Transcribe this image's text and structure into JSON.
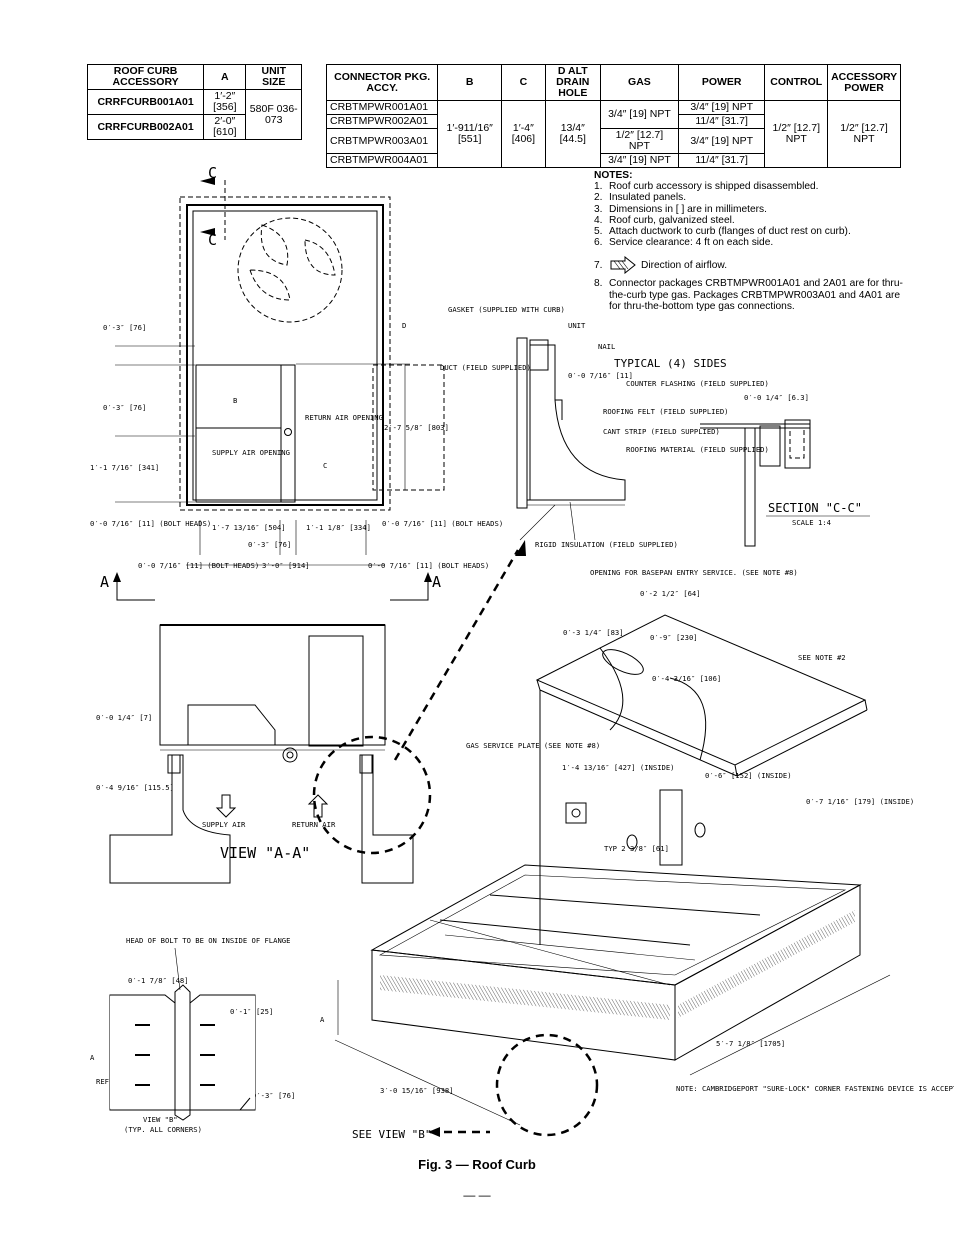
{
  "accessory_table": {
    "headers": [
      "ROOF CURB ACCESSORY",
      "A",
      "UNIT SIZE"
    ],
    "rows": [
      {
        "name": "CRRFCURB001A01",
        "a_ft": "1′-2″",
        "a_mm": "[356]"
      },
      {
        "name": "CRRFCURB002A01",
        "a_ft": "2′-0″",
        "a_mm": "[610]"
      }
    ],
    "unit_size": "580F 036-073"
  },
  "connector_table": {
    "headers": [
      "CONNECTOR PKG. ACCY.",
      "B",
      "C",
      "D ALT DRAIN HOLE",
      "GAS",
      "POWER",
      "CONTROL",
      "ACCESSORY POWER"
    ],
    "rows": [
      {
        "name": "CRBTMPWR001A01",
        "power": "3/4″ [19] NPT"
      },
      {
        "name": "CRBTMPWR002A01",
        "power": "11/4″ [31.7]"
      },
      {
        "name": "CRBTMPWR003A01",
        "power": "3/4″ [19] NPT"
      },
      {
        "name": "CRBTMPWR004A01",
        "power": "11/4″ [31.7]"
      }
    ],
    "b": "1′-911/16″ [551]",
    "c": "1′-4″ [406]",
    "d": "13/4″ [44.5]",
    "gas_a": "3/4″ [19] NPT",
    "gas_b": "1/2″ [12.7] NPT",
    "gas_c": "3/4″ [19] NPT",
    "control": "1/2″ [12.7] NPT",
    "accessory_power": "1/2″ [12.7] NPT"
  },
  "notes": {
    "title": "NOTES:",
    "items": [
      {
        "k": "1.",
        "t": "Roof curb accessory is shipped disassembled."
      },
      {
        "k": "2.",
        "t": "Insulated panels."
      },
      {
        "k": "3.",
        "t": "Dimensions in [    ] are in millimeters."
      },
      {
        "k": "4.",
        "t": "Roof curb, galvanized steel."
      },
      {
        "k": "5.",
        "t": "Attach ductwork to curb (flanges of duct rest on curb)."
      },
      {
        "k": "6.",
        "t": "Service clearance: 4 ft on each side."
      },
      {
        "k": "7.",
        "t": "Direction of airflow."
      },
      {
        "k": "8.",
        "t": "Connector packages CRBTMPWR001A01 and 2A01 are for thru-the-curb type gas. Packages CRBTMPWR003A01 and 4A01 are for thru-the-bottom type gas connections."
      }
    ]
  },
  "caption": "Fig. 3 — Roof Curb",
  "page_number": "— —",
  "drawing_labels": {
    "c_mark": "C",
    "a_mark": "A",
    "d_label": "D",
    "b_label": "B",
    "c_label": "C",
    "return_air_opening": "RETURN AIR OPENING",
    "supply_air_opening": "SUPPLY AIR OPENING",
    "dim_0_3_a": "0′-3″ [76]",
    "dim_0_3_b": "0′-3″ [76]",
    "dim_1_1_7_16": "1′-1 7/16″ [341]",
    "dim_0_0_7_16_l": "0′-0 7/16″ [11] (BOLT HEADS)",
    "dim_2_7_5_8": "2′-7 5/8″ [803]",
    "dim_1_7_13_16": "1′-7 13/16″ [504]",
    "dim_1_1_1_8": "1′-1 1/8″ [334]",
    "dim_0_0_7_16_r": "0′-0 7/16″ [11] (BOLT HEADS)",
    "dim_0_3_c": "0′-3″ [76]",
    "dim_3_0": "3′-0″ [914]",
    "dim_0_0_7_16_bl": "0′-0 7/16″ [11] (BOLT HEADS)",
    "dim_0_0_7_16_br": "0′-0 7/16″ [11] (BOLT HEADS)",
    "gasket": "GASKET (SUPPLIED WITH CURB)",
    "unit": "UNIT",
    "nail": "NAIL",
    "duct": "DUCT (FIELD SUPPLIED)",
    "dim_0_0_7_16_s": "0′-0 7/16″ [11]",
    "typical_sides": "TYPICAL (4) SIDES",
    "counter_flashing": "COUNTER FLASHING (FIELD SUPPLIED)",
    "roofing_felt": "ROOFING FELT (FIELD SUPPLIED)",
    "cant_strip": "CANT STRIP (FIELD SUPPLIED)",
    "roofing_material": "ROOFING MATERIAL (FIELD SUPPLIED)",
    "rigid_insulation": "RIGID INSULATION (FIELD SUPPLIED)",
    "dim_0_0_1_4_sec": "0′-0 1/4″ [6.3]",
    "section_cc": "SECTION \"C-C\"",
    "scale": "SCALE 1:4",
    "opening_basepan": "OPENING FOR BASEPAN ENTRY SERVICE. (SEE NOTE #8)",
    "dim_0_2_1_2": "0′-2 1/2″ [64]",
    "dim_0_3_1_4": "0′-3 1/4″ [83]",
    "dim_0_9": "0′-9″ [230]",
    "dim_0_4_3_16": "0′-4 3/16″ [106]",
    "see_note_2": "SEE NOTE #2",
    "dim_0_0_1_4_v": "0′-0 1/4″ [7]",
    "dim_0_4_9_16": "0′-4 9/16″ [115.5]",
    "supply_air": "SUPPLY AIR",
    "return_air": "RETURN AIR",
    "view_aa": "VIEW \"A-A\"",
    "gas_service_plate": "GAS SERVICE PLATE (SEE NOTE #8)",
    "dim_1_4_13_16": "1′-4 13/16″ [427] (INSIDE)",
    "dim_0_6": "0′-6″ [152] (INSIDE)",
    "dim_0_7_1_16": "0′-7 1/16″ [179] (INSIDE)",
    "typ_2_3_8": "TYP 2 3/8″ [61]",
    "head_of_bolt": "HEAD OF BOLT TO BE ON INSIDE OF FLANGE",
    "dim_0_1_7_8": "0′-1 7/8″ [48]",
    "dim_0_1": "0′-1″ [25]",
    "dim_0_3_d": "0′-3″ [76]",
    "ref": "REF",
    "a_dim": "A",
    "view_b": "VIEW \"B\"",
    "typ_all_corners": "(TYP. ALL CORNERS)",
    "dim_5_7_1_8": "5′-7 1/8″ [1705]",
    "dim_3_0_15_16": "3′-0 15/16″ [938]",
    "see_view_b": "SEE VIEW \"B\"",
    "note_corner": "NOTE: CAMBRIDGEPORT \"SURE-LOCK\" CORNER FASTENING DEVICE IS ACCEPTABLE ALTERNATE CONSTRUCTION."
  }
}
